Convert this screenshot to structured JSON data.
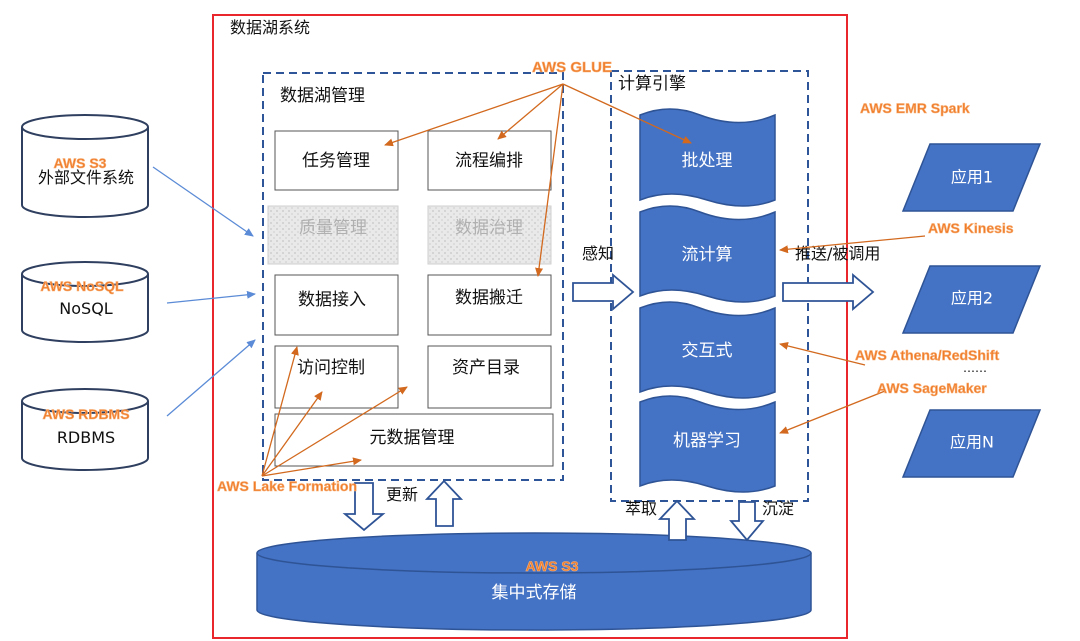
{
  "colors": {
    "frame": "#e8262b",
    "dashed": "#2e5597",
    "blue_fill": "#4472c4",
    "blue_stroke": "#2f5496",
    "orange": "#d2691e",
    "aws_label": "#f07c2a",
    "blue_arrow": "#5b8bd6"
  },
  "system_title": "数据湖系统",
  "management": {
    "title": "数据湖管理",
    "boxes": [
      "任务管理",
      "流程编排",
      "质量管理",
      "数据治理",
      "数据接入",
      "数据搬迁",
      "访问控制",
      "资产目录",
      "元数据管理"
    ]
  },
  "compute": {
    "title": "计算引擎",
    "items": [
      "批处理",
      "流计算",
      "交互式",
      "机器学习"
    ]
  },
  "sources": [
    {
      "label": "外部文件系统",
      "aws": "AWS S3"
    },
    {
      "label": "NoSQL",
      "aws": "AWS NoSQL"
    },
    {
      "label": "RDBMS",
      "aws": "AWS RDBMS"
    }
  ],
  "apps": [
    "应用1",
    "应用2",
    "应用N"
  ],
  "apps_ellipsis": "……",
  "storage": {
    "label": "集中式存储",
    "aws": "AWS S3"
  },
  "flow_labels": {
    "perceive": "感知",
    "push": "推送/被调用",
    "update": "更新",
    "extract": "萃取",
    "deposit": "沉淀"
  },
  "aws_labels": {
    "glue": "AWS GLUE",
    "emr": "AWS EMR Spark",
    "kinesis": "AWS Kinesis",
    "athena": "AWS Athena/RedShift",
    "sagemaker": "AWS SageMaker",
    "lake_formation": "AWS Lake Formation"
  }
}
